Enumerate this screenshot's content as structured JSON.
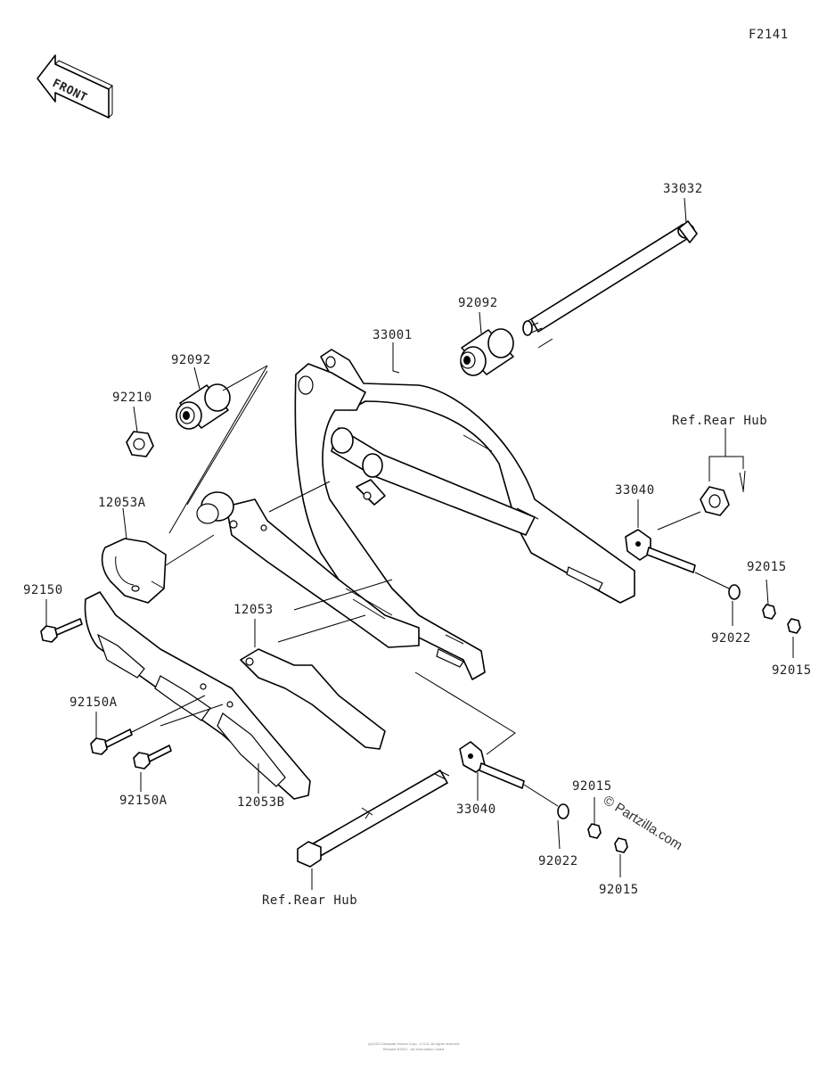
{
  "diagram_id": "F2141",
  "front_arrow_label": "FRONT",
  "watermark": "© Partzilla.com",
  "labels": {
    "p33032": "33032",
    "p92092_right": "92092",
    "p33001": "33001",
    "p92092_left": "92092",
    "p92210": "92210",
    "p12053A": "12053A",
    "p92150": "92150",
    "p12053": "12053",
    "p92150A_top": "92150A",
    "p92150A_bottom": "92150A",
    "p12053B": "12053B",
    "p33040_upper": "33040",
    "p33040_lower": "33040",
    "p92015_a": "92015",
    "p92015_b": "92015",
    "p92015_c": "92015",
    "p92015_d": "92015",
    "p92022_upper": "92022",
    "p92022_lower": "92022",
    "ref_rear_hub_upper": "Ref.Rear Hub",
    "ref_rear_hub_lower": "Ref.Rear Hub"
  },
  "footer": {
    "line1": "(c)2022 Kawasaki Motors Corp., U.S.A. All rights reserved",
    "line2": "Revised 5/2021 - All Information Listed"
  }
}
